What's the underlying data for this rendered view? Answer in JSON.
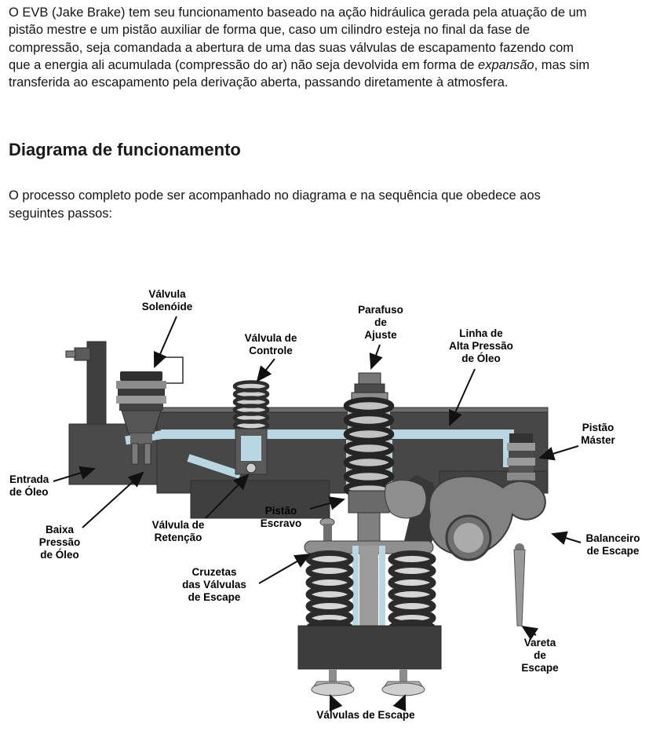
{
  "document": {
    "paragraph1": {
      "part1": "O EVB (Jake Brake) tem seu funcionamento baseado na ação hidráulica gerada pela atuação de um\npistão mestre e um pistão auxiliar de forma que, caso um cilindro esteja no final da fase de\ncompressão, seja comandada a abertura de uma das suas válvulas de escapamento fazendo com\nque a energia ali acumulada (compressão do ar) não seja devolvida em forma de ",
      "italic": "expansão",
      "part2": ", mas sim\ntransferida ao escapamento pela derivação aberta, passando diretamente à atmosfera."
    },
    "heading": "Diagrama de funcionamento",
    "paragraph2": "O processo completo pode ser acompanhado no diagrama  e na sequência que obedece aos\nseguintes passos:"
  },
  "diagram": {
    "labels": {
      "valvula_solenoide": "Válvula\nSolenóide",
      "valvula_de_controle": "Válvula de\nControle",
      "parafuso_de_ajuste": "Parafuso\nde\nAjuste",
      "linha_alta_pressao": "Linha de\nAlta Pressão\nde Óleo",
      "pistao_master": "Pistão\nMáster",
      "entrada_de_oleo": "Entrada\nde Óleo",
      "baixa_pressao": "Baixa\nPressão\nde Óleo",
      "valvula_de_retencao": "Válvula de\nRetenção",
      "pistao_escravo": "Pistão\nEscravo",
      "cruzetas": "Cruzetas\ndas Válvulas\nde Escape",
      "balanceiro": "Balanceiro\nde Escape",
      "vareta": "Vareta\nde\nEscape",
      "valvulas_de_escape": "Válvulas de Escape"
    },
    "colors": {
      "housing": "#474747",
      "oil_line": "#b9d6e3",
      "arrow": "#111111"
    }
  }
}
